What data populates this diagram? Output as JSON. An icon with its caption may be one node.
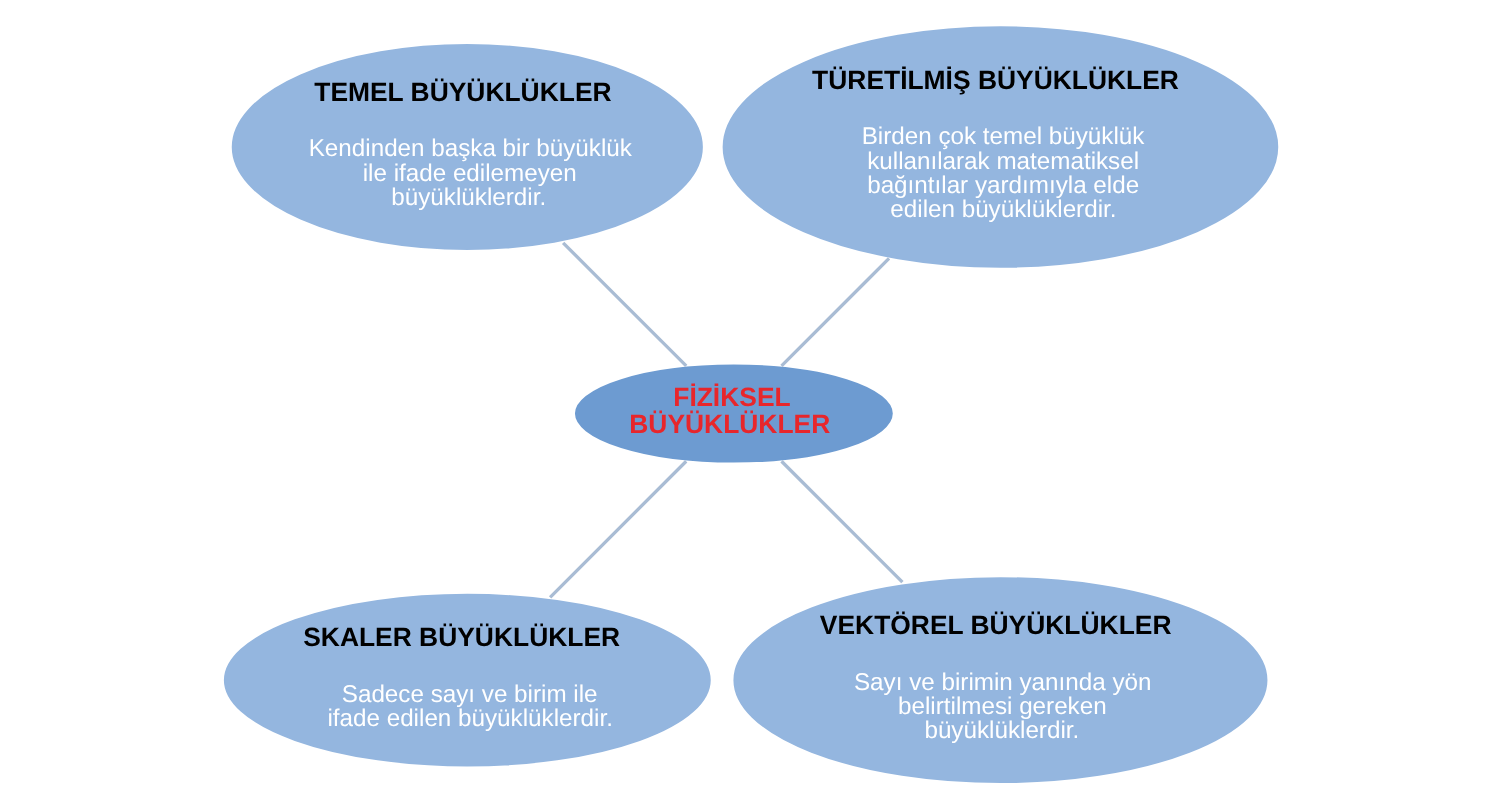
{
  "diagram": {
    "nodes": [
      {
        "text": [
          "TÜRETİLMİŞ BÜYÜKLÜKLER",
          "Birden çok temel büyüklük kullanılarak matematiksel bağıntılar yardımıyla elde edilen büyüklüklerdir."
        ]
      },
      {
        "text": [
          "TEMEL BÜYÜKLÜKLER",
          "Kendinden başka bir büyüklük ile ifade edilemeyen büyüklüklerdir."
        ]
      },
      {
        "text": [
          "FİZİKSEL BÜYÜKLÜKLER"
        ]
      },
      {
        "text": [
          "SKALER BÜYÜKLÜKLER",
          "Sadece sayı ve birim ile ifade edilen büyüklüklerdir."
        ]
      },
      {
        "text": [
          "VEKTÖREL BÜYÜKLÜKLER",
          "Sayı ve birimin yanında yön belirtilmesi gereken büyüklüklerdir."
        ]
      }
    ],
    "edges": [
      {
        "from": 2,
        "to": 0,
        "arrow": "none"
      },
      {
        "from": 2,
        "to": 1,
        "arrow": "none"
      },
      {
        "from": 2,
        "to": 3,
        "arrow": "none"
      },
      {
        "from": 2,
        "to": 4,
        "arrow": "none"
      }
    ]
  }
}
